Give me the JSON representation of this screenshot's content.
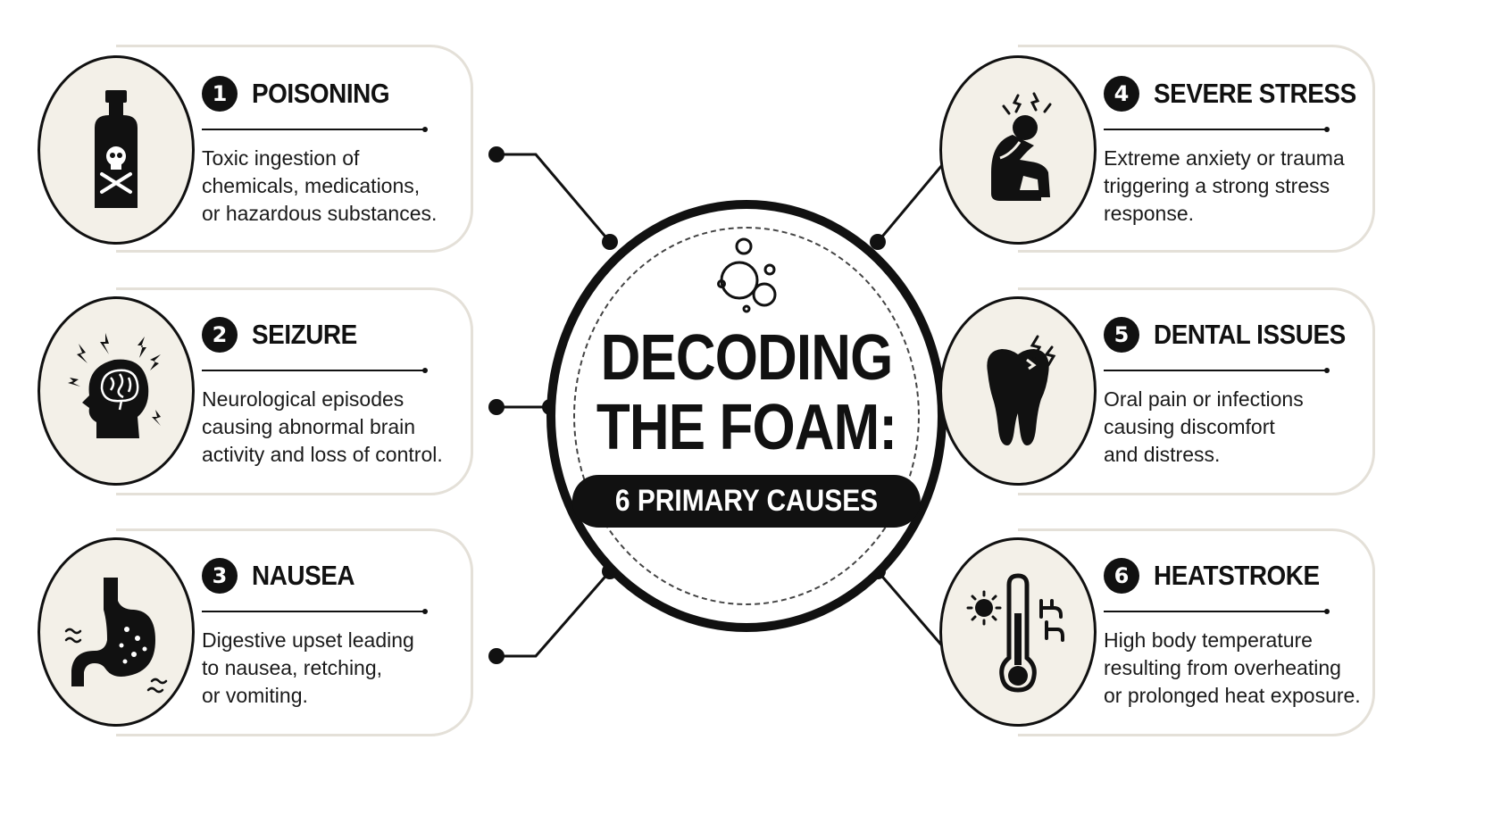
{
  "title": {
    "line1": "DECODING",
    "line2": "THE FOAM:",
    "subtitle": "6 PRIMARY CAUSES"
  },
  "causes": [
    {
      "number": "1",
      "title": "POISONING",
      "icon": "poison-bottle-icon",
      "lines": [
        "Toxic ingestion of",
        "chemicals, medications,",
        "or hazardous substances."
      ]
    },
    {
      "number": "2",
      "title": "SEIZURE",
      "icon": "brain-head-icon",
      "lines": [
        "Neurological episodes",
        "causing abnormal brain",
        "activity and loss of control."
      ]
    },
    {
      "number": "3",
      "title": "NAUSEA",
      "icon": "stomach-icon",
      "lines": [
        "Digestive upset leading",
        "to nausea, retching,",
        "or vomiting."
      ]
    },
    {
      "number": "4",
      "title": "SEVERE STRESS",
      "icon": "stressed-person-icon",
      "lines": [
        "Extreme anxiety or trauma",
        "triggering a strong stress",
        "response."
      ]
    },
    {
      "number": "5",
      "title": "DENTAL ISSUES",
      "icon": "painful-tooth-icon",
      "lines": [
        "Oral pain or infections",
        "causing discomfort",
        "and distress."
      ]
    },
    {
      "number": "6",
      "title": "HEATSTROKE",
      "icon": "thermometer-sun-icon",
      "lines": [
        "High body temperature",
        "resulting from overheating",
        "or prolonged heat exposure."
      ]
    }
  ],
  "colors": {
    "ink": "#111111",
    "icon_background": "#f3f0e8",
    "card_border": "#e4e0d8"
  }
}
